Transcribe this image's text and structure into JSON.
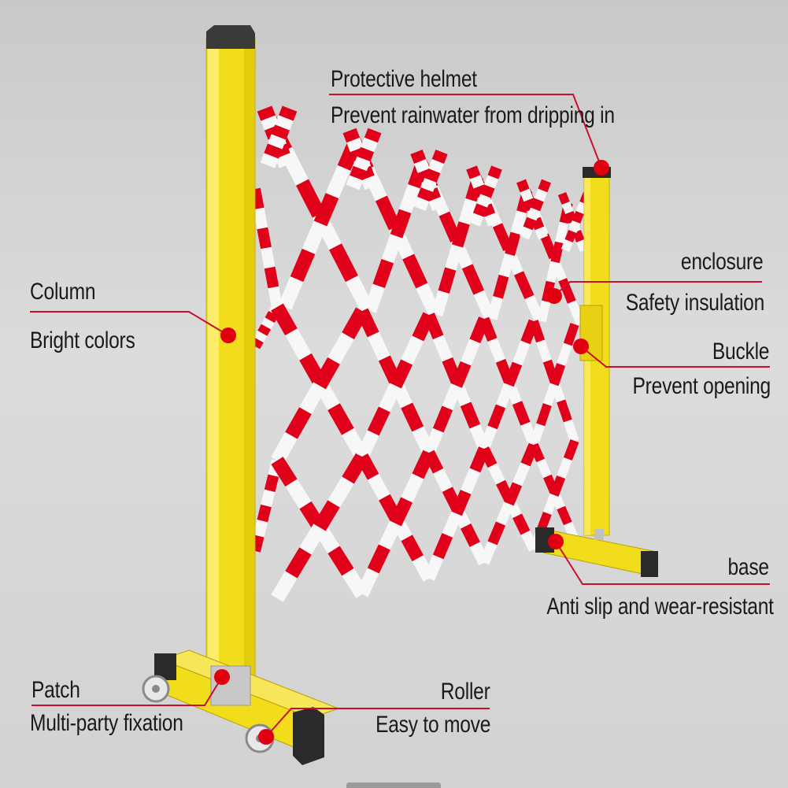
{
  "colors": {
    "yellow": "#f2dd1c",
    "red": "#e0001a",
    "white": "#f7f7f7",
    "black_cap": "#2a2a2a",
    "callout_line": "#c8102e"
  },
  "labels": {
    "helmet_title": "Protective helmet",
    "helmet_desc": "Prevent rainwater from dripping in",
    "column_title": "Column",
    "column_desc": "Bright colors",
    "enclosure_title": "enclosure",
    "enclosure_desc": "Safety insulation",
    "buckle_title": "Buckle",
    "buckle_desc": "Prevent opening",
    "base_title": "base",
    "base_desc": "Anti slip and wear-resistant",
    "patch_title": "Patch",
    "patch_desc": "Multi-party fixation",
    "roller_title": "Roller",
    "roller_desc": "Easy to move"
  }
}
